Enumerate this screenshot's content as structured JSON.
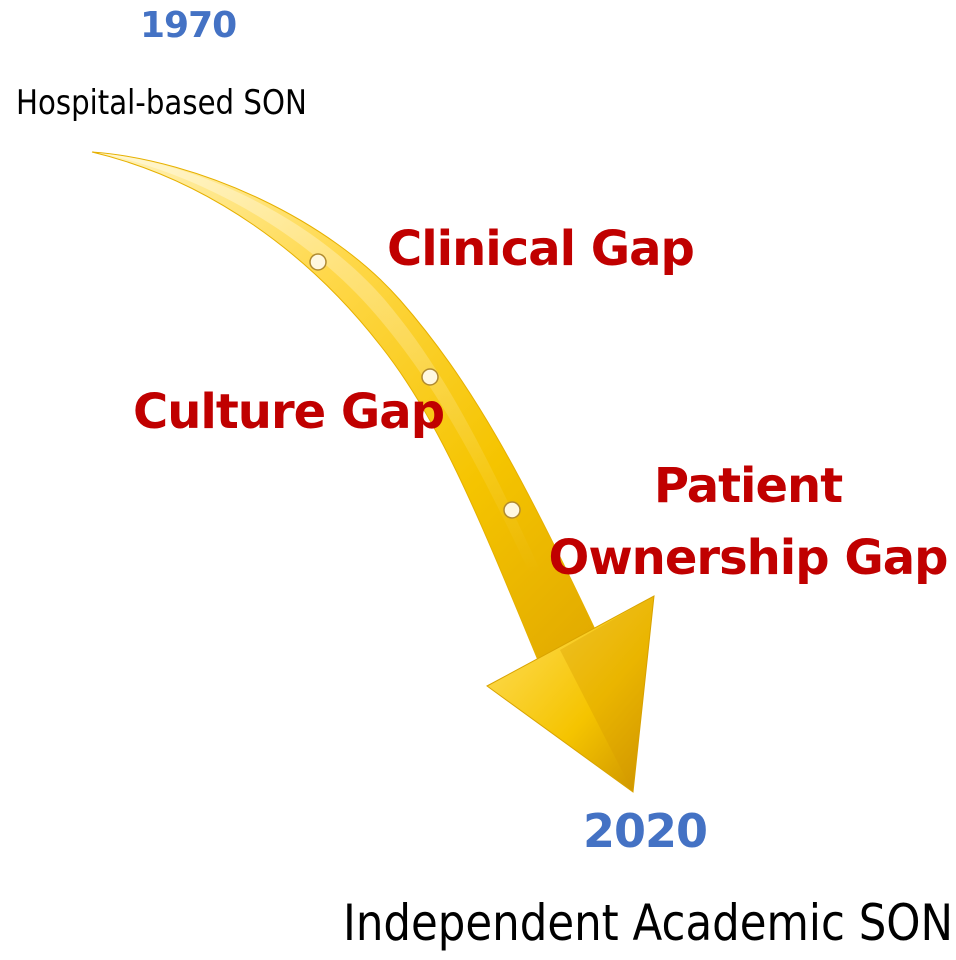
{
  "start": {
    "year": "1970",
    "stage": "Hospital-based SON"
  },
  "end": {
    "year": "2020",
    "stage": "Independent Academic SON"
  },
  "gaps": [
    "Clinical Gap",
    "Culture Gap",
    "Patient Ownership Gap"
  ],
  "colors": {
    "year": "#4472c4",
    "gap": "#c00000",
    "stage": "#000000",
    "arrow_light": "#ffe680",
    "arrow_mid": "#f5c400",
    "arrow_dark": "#d89a00"
  }
}
